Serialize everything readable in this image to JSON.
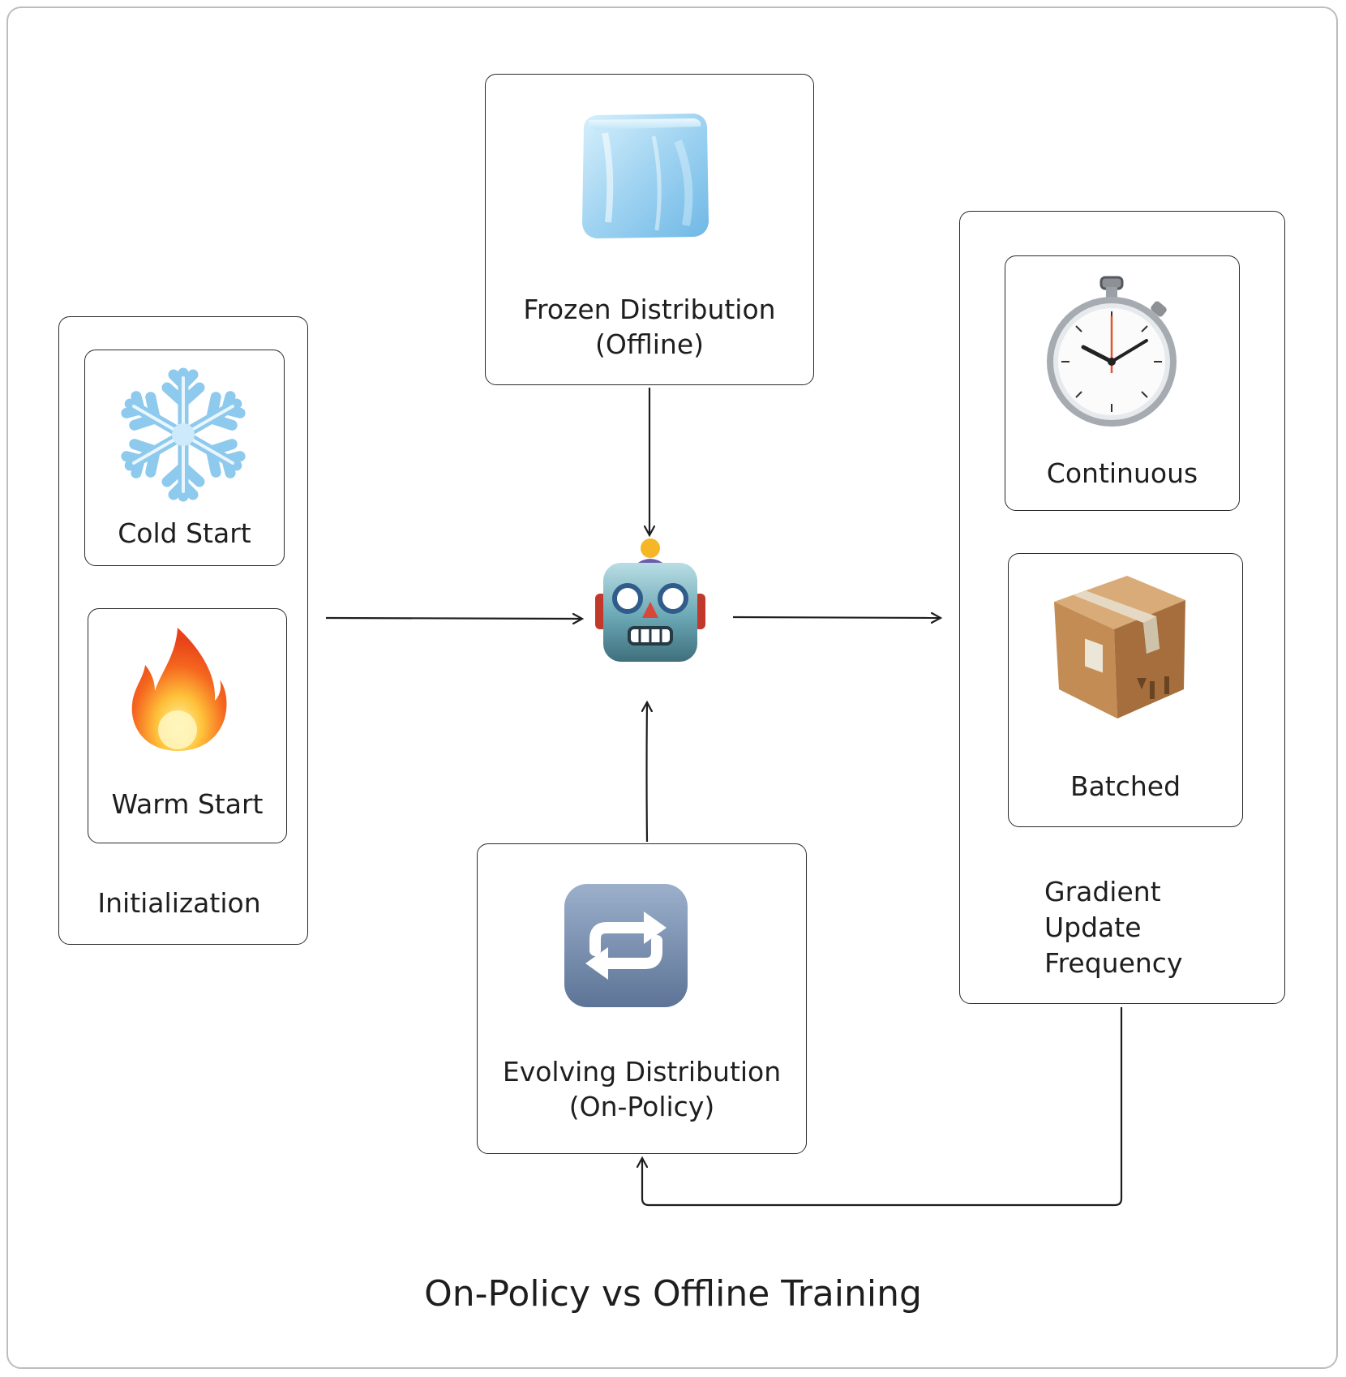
{
  "title": "On-Policy vs Offline Training",
  "initialization": {
    "label": "Initialization",
    "cold_start": {
      "label": "Cold Start",
      "icon": "snowflake-icon"
    },
    "warm_start": {
      "label": "Warm Start",
      "icon": "fire-icon"
    }
  },
  "frozen": {
    "line1": "Frozen Distribution",
    "line2": "(Offline)",
    "icon": "ice-cube-icon"
  },
  "evolving": {
    "line1": "Evolving Distribution",
    "line2": "(On-Policy)",
    "icon": "repeat-icon"
  },
  "model": {
    "icon": "robot-icon"
  },
  "gradient": {
    "line1": "Gradient",
    "line2": "Update",
    "line3": "Frequency",
    "continuous": {
      "label": "Continuous",
      "icon": "stopwatch-icon"
    },
    "batched": {
      "label": "Batched",
      "icon": "package-icon"
    }
  },
  "colors": {
    "stroke": "#1e1e1e",
    "ice": "#a9d6f0",
    "fire": "#f5661f",
    "repeat_bg": "#6f86a6",
    "robot": "#5e9aa8",
    "box": "#b8814c"
  }
}
